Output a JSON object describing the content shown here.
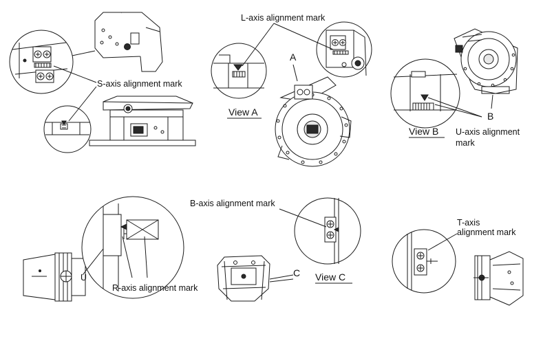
{
  "labels": {
    "s_axis": "S-axis alignment mark",
    "l_axis": "L-axis alignment mark",
    "u_axis_line1": "U-axis alignment",
    "u_axis_line2": "mark",
    "r_axis": "R-axis alignment mark",
    "b_axis": "B-axis alignment mark",
    "t_axis_line1": "T-axis",
    "t_axis_line2": "alignment mark"
  },
  "views": {
    "view_a": "View A",
    "view_b": "View B",
    "view_c": "View C"
  },
  "callouts": {
    "a": "A",
    "b": "B",
    "c": "C"
  },
  "glyphs": {
    "u_mark": "U"
  }
}
